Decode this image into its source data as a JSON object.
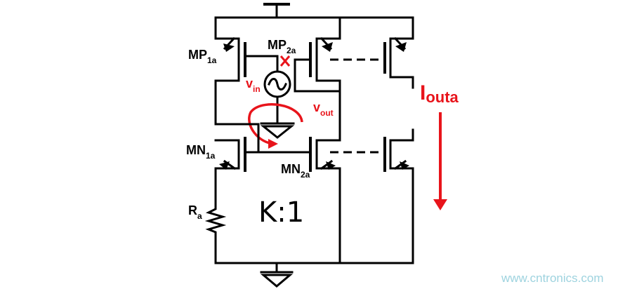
{
  "labels": {
    "mp1": {
      "main": "MP",
      "sub": "1a"
    },
    "mp2": {
      "main": "MP",
      "sub": "2a"
    },
    "mn1": {
      "main": "MN",
      "sub": "1a"
    },
    "mn2": {
      "main": "MN",
      "sub": "2a"
    },
    "vin": {
      "main": "v",
      "sub": "in"
    },
    "vout": {
      "main": "v",
      "sub": "out"
    },
    "ra": {
      "main": "R",
      "sub": "a"
    },
    "iout": {
      "main": "I",
      "sub": "outa"
    },
    "ratio": "K:1",
    "cross": "✕"
  },
  "watermark": "www.cntronics.com",
  "colors": {
    "accent": "#e8141b",
    "wire": "#000000",
    "watermark": "#9ed3df"
  },
  "icons": [
    "vdd-supply-icon",
    "ground-icon",
    "ac-source-icon",
    "resistor-icon",
    "pmos-transistor-icon",
    "nmos-transistor-icon",
    "loop-arrow-icon",
    "current-arrow-icon",
    "cross-mark-icon"
  ]
}
